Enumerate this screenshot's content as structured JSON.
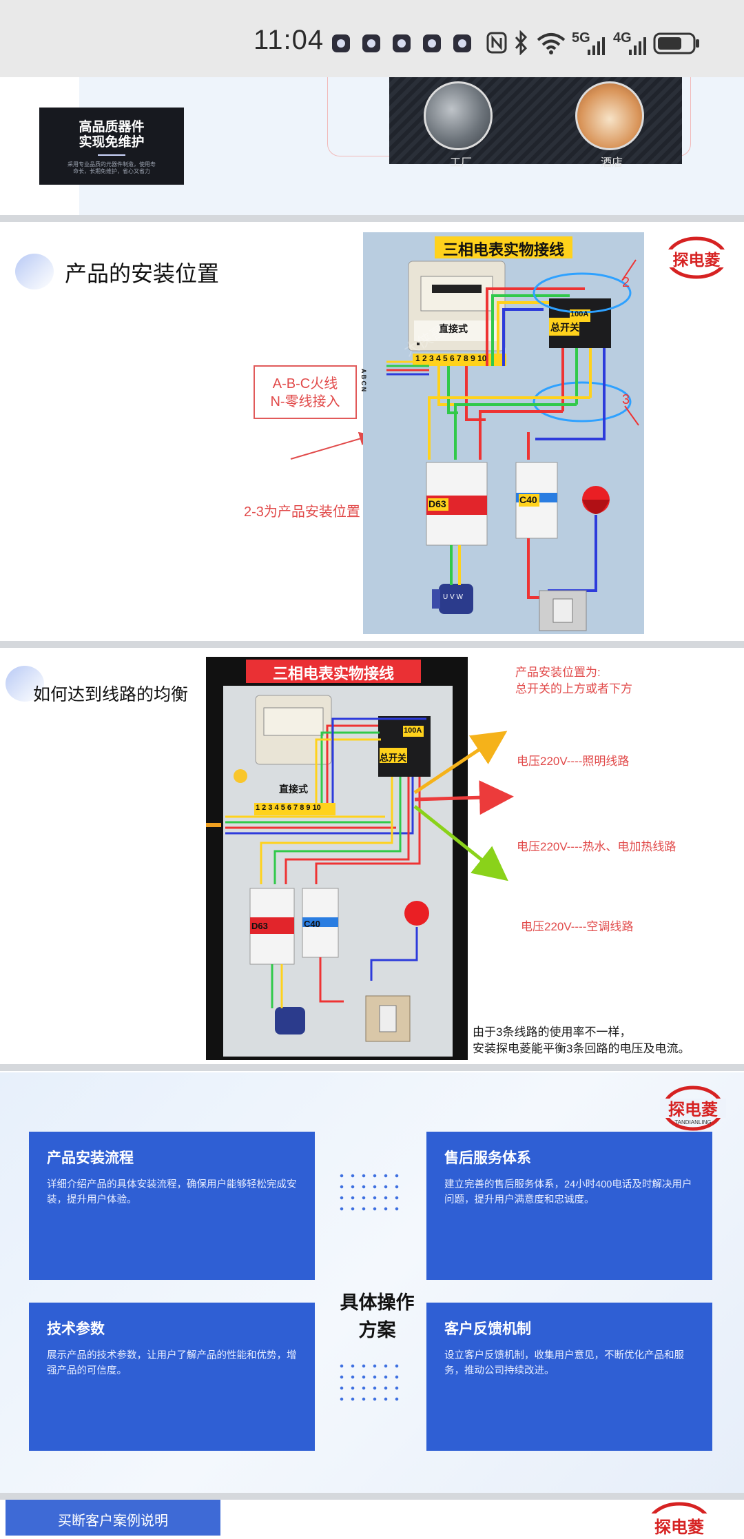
{
  "status_bar": {
    "time": "11:04",
    "network_1": "5G",
    "network_2": "4G",
    "icons": [
      "app-icon",
      "app-icon",
      "app-icon",
      "app-icon",
      "app-icon",
      "nfc-icon",
      "bluetooth-icon",
      "wifi-icon",
      "signal-icon",
      "signal-icon",
      "battery-icon"
    ]
  },
  "slide1": {
    "card_title": "高品质器件\n实现免维护",
    "card_small_text": "采用专业品质的元器件制造，使用寿命长，长期免维护，省心又省力",
    "photo_labels": [
      "工厂",
      "酒店"
    ]
  },
  "slide2": {
    "title": "产品的安装位置",
    "callout_line1": "A-B-C火线",
    "callout_line2": "N-零线接入",
    "note": "2-3为产品安装位置",
    "diagram": {
      "title": "三相电表实物接线",
      "meter_label": "直接式",
      "terminal_numbers": "1 2 3 4 5 6 7 8 9 10",
      "main_switch_label": "总开关",
      "main_switch_rating": "100A",
      "breaker_1": "D63",
      "breaker_2": "C40",
      "marker_2": "2",
      "marker_3": "3",
      "phase_labels": "A B C N",
      "motor_label": "U V W",
      "watermark": "大侠哥"
    }
  },
  "slide3": {
    "title": "如何达到线路的均衡",
    "diagram": {
      "title": "三相电表实物接线",
      "meter_label": "直接式",
      "terminal_numbers": "1 2 3 4 5 6 7 8 9 10",
      "main_switch_label": "总开关",
      "main_switch_rating": "100A",
      "breaker_1": "D63",
      "breaker_2": "C40"
    },
    "annotation_top_line1": "产品安装位置为:",
    "annotation_top_line2": "总开关的上方或者下方",
    "annotation_1": "电压220V----照明线路",
    "annotation_2": "电压220V----热水、电加热线路",
    "annotation_3": "电压220V----空调线路",
    "footnote_line1": "由于3条线路的使用率不一样，",
    "footnote_line2": "安装探电菱能平衡3条回路的电压及电流。"
  },
  "slide4": {
    "brand": "探电菱",
    "brand_sub": "TANDIANLING",
    "center_title_line1": "具体操作",
    "center_title_line2": "方案",
    "cards": [
      {
        "title": "产品安装流程",
        "body": "详细介绍产品的具体安装流程，确保用户能够轻松完成安装，提升用户体验。"
      },
      {
        "title": "售后服务体系",
        "body": "建立完善的售后服务体系，24小时400电话及时解决用户问题，提升用户满意度和忠诚度。"
      },
      {
        "title": "技术参数",
        "body": "展示产品的技术参数，让用户了解产品的性能和优势，增强产品的可信度。"
      },
      {
        "title": "客户反馈机制",
        "body": "设立客户反馈机制，收集用户意见，不断优化产品和服务，推动公司持续改进。"
      }
    ]
  },
  "slide5": {
    "tab_label": "买断客户案例说明",
    "brand": "探电菱"
  },
  "colors": {
    "card_blue": "#2f5fd4",
    "annotation_red": "#e14a4a",
    "brand_red": "#d62222"
  }
}
